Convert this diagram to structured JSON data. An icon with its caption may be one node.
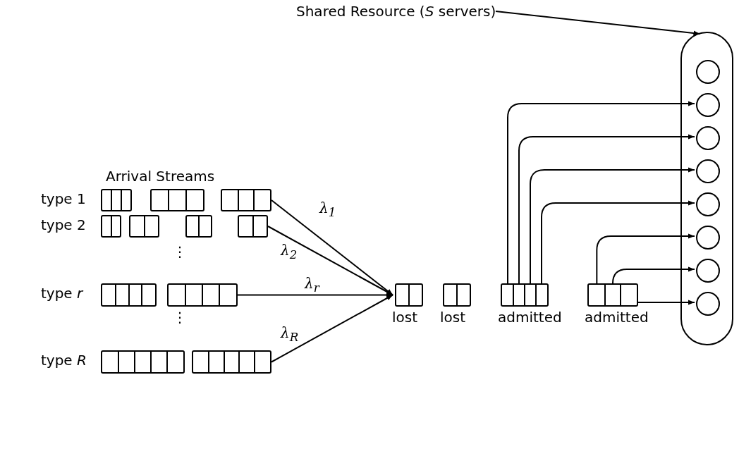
{
  "diagram": {
    "nodes": [
      {
        "text": [],
        "shape": "box"
      },
      {
        "text": [],
        "shape": "box"
      },
      {
        "text": [],
        "shape": "box"
      },
      {
        "text": [],
        "shape": "box"
      },
      {
        "text": [],
        "shape": "box"
      },
      {
        "text": [],
        "shape": "box"
      },
      {
        "text": [],
        "shape": "box"
      },
      {
        "text": [],
        "shape": "box"
      },
      {
        "text": [],
        "shape": "box"
      },
      {
        "text": [],
        "shape": "box"
      },
      {
        "text": [],
        "shape": "box"
      },
      {
        "text": [],
        "shape": "box",
        "beside": [
          "lost"
        ]
      },
      {
        "text": [],
        "shape": "box",
        "beside": [
          "lost"
        ]
      },
      {
        "text": [],
        "shape": "box",
        "beside": [
          "admitted"
        ]
      },
      {
        "text": [],
        "shape": "box",
        "beside": [
          "admitted"
        ]
      },
      {
        "text": [
          "Shared Resource (*S* servers)"
        ]
      },
      {
        "text": [],
        "shape": "box"
      },
      {
        "text": [],
        "shape": "circle",
        "in": 16
      },
      {
        "text": [],
        "shape": "circle",
        "in": 16
      },
      {
        "text": [],
        "shape": "circle",
        "in": 16
      },
      {
        "text": [],
        "shape": "circle",
        "in": 16
      },
      {
        "text": [],
        "shape": "circle",
        "in": 16
      },
      {
        "text": [],
        "shape": "circle",
        "in": 16
      },
      {
        "text": [],
        "shape": "circle",
        "in": 16
      },
      {
        "text": [],
        "shape": "circle",
        "in": 16
      }
    ],
    "edges": [
      {
        "from": 2,
        "to": 11,
        "arrow": "to",
        "label": "λ$_{1}$"
      },
      {
        "from": 6,
        "to": 11,
        "arrow": "to",
        "label": "λ$_{2}$"
      },
      {
        "from": 8,
        "to": 11,
        "arrow": "to",
        "label": "λ$_{r}$"
      },
      {
        "from": 10,
        "to": 11,
        "arrow": "to",
        "label": "λ$_{R}$"
      },
      {
        "from": 13,
        "to": 18,
        "arrow": "to"
      },
      {
        "from": 13,
        "to": 19,
        "arrow": "to"
      },
      {
        "from": 13,
        "to": 20,
        "arrow": "to"
      },
      {
        "from": 13,
        "to": 21,
        "arrow": "to"
      },
      {
        "from": 14,
        "to": 22,
        "arrow": "to"
      },
      {
        "from": 14,
        "to": 23,
        "arrow": "to"
      },
      {
        "from": 14,
        "to": 24,
        "arrow": "to"
      },
      {
        "from": 15,
        "to": 16,
        "arrow": "to"
      }
    ],
    "labels": [
      "Arrival Streams",
      "type 1",
      "type 2",
      "⋮",
      "type *r*",
      "⋮",
      "type *R*"
    ]
  }
}
